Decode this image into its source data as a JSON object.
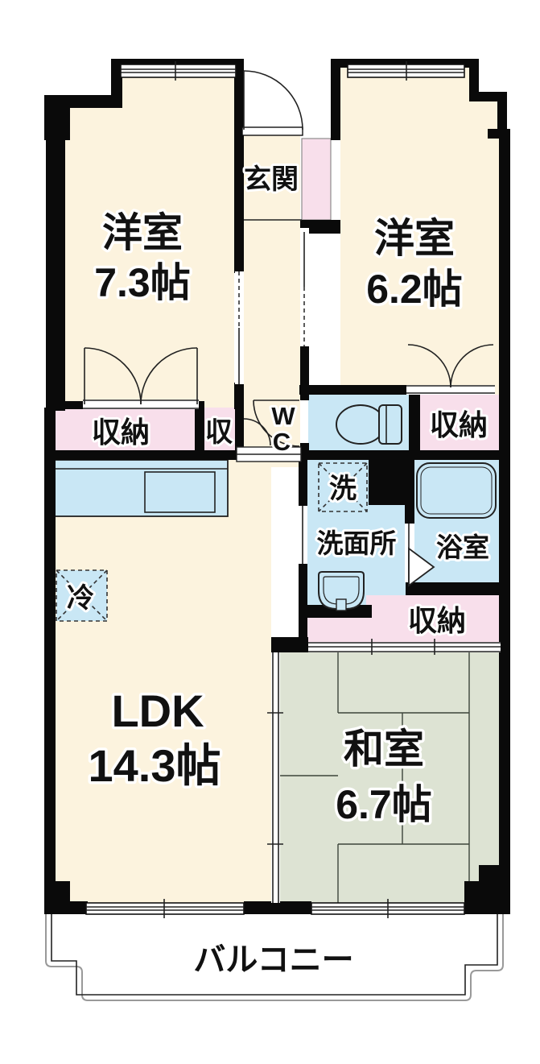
{
  "floorplan": {
    "rooms": {
      "west_room": {
        "name": "洋室",
        "size": "7.3帖"
      },
      "east_room": {
        "name": "洋室",
        "size": "6.2帖"
      },
      "genkan": {
        "label": "玄関"
      },
      "wc": {
        "line1": "W",
        "line2": "C"
      },
      "senmenjo": {
        "label": "洗面所"
      },
      "bathroom": {
        "label": "浴室"
      },
      "ldk": {
        "name": "LDK",
        "size": "14.3帖"
      },
      "washitsu": {
        "name": "和室",
        "size": "6.7帖"
      },
      "balcony": {
        "label": "バルコニー"
      }
    },
    "storage": {
      "west": "収納",
      "hall": "収",
      "east": "収納",
      "tatami": "収納"
    },
    "appliances": {
      "washer": "洗",
      "fridge": "冷"
    },
    "colors": {
      "room_cream": "#fcf3de",
      "storage_pink": "#f8dfeb",
      "wet_blue": "#c9e7f5",
      "tatami_green": "#dde3d3",
      "wall_black": "#0a0a0a",
      "balcony_line": "#999999"
    }
  }
}
